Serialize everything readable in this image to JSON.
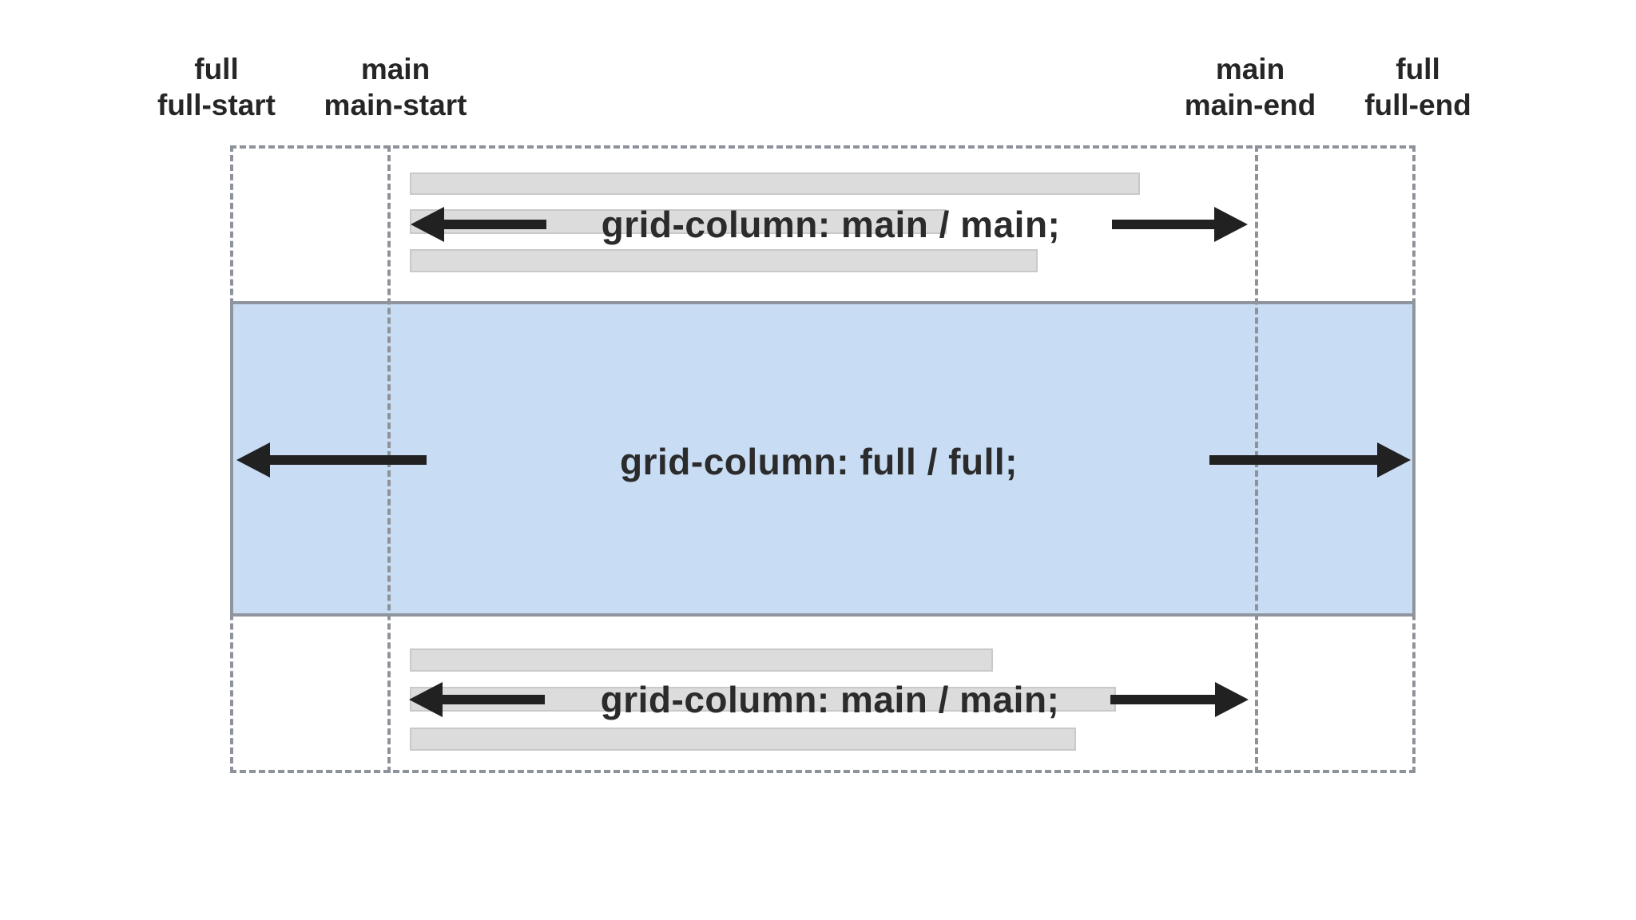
{
  "columns": {
    "full_start": {
      "line1": "full",
      "line2": "full-start"
    },
    "main_start": {
      "line1": "main",
      "line2": "main-start"
    },
    "main_end": {
      "line1": "main",
      "line2": "main-end"
    },
    "full_end": {
      "line1": "full",
      "line2": "full-end"
    }
  },
  "rows": {
    "top": {
      "code": "grid-column: main / main;"
    },
    "middle": {
      "code": "grid-column: full / full;"
    },
    "bottom": {
      "code": "grid-column: main / main;"
    }
  },
  "colors": {
    "page_bg": "#ffffff",
    "label_text": "#262626",
    "code_text": "#2b2b2b",
    "arrow": "#212121",
    "dash_line": "#8e939b",
    "full_bleed_fill": "#c8dcf4",
    "full_bleed_border": "#8f959e",
    "bar_fill": "#dcdcdc",
    "bar_border": "#c9c9c9"
  }
}
